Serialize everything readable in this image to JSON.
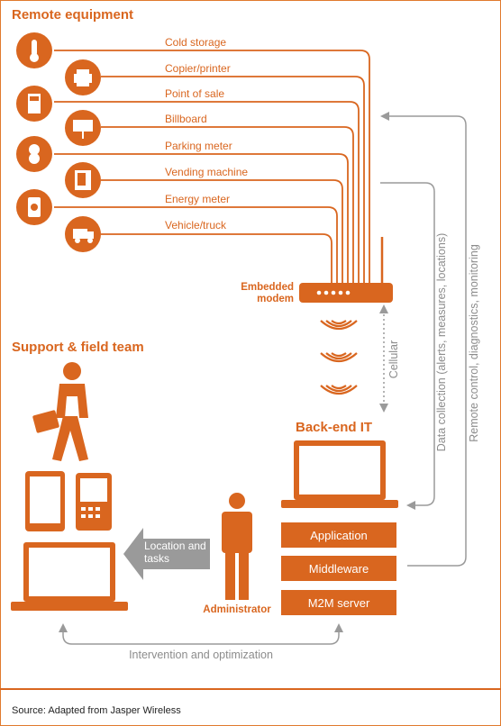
{
  "titles": {
    "remote_equipment": "Remote equipment",
    "support_team": "Support & field team",
    "backend": "Back-end IT"
  },
  "equipment": [
    {
      "label": "Cold storage",
      "icon": "thermometer-icon"
    },
    {
      "label": "Copier/printer",
      "icon": "printer-icon"
    },
    {
      "label": "Point of sale",
      "icon": "pos-terminal-icon"
    },
    {
      "label": "Billboard",
      "icon": "billboard-icon"
    },
    {
      "label": "Parking meter",
      "icon": "parking-meter-icon"
    },
    {
      "label": "Vending machine",
      "icon": "vending-machine-icon"
    },
    {
      "label": "Energy meter",
      "icon": "energy-meter-icon"
    },
    {
      "label": "Vehicle/truck",
      "icon": "truck-icon"
    }
  ],
  "modem_label": "Embedded modem",
  "cellular": "Cellular",
  "data_collection": "Data collection (alerts, measures, locations)",
  "remote_control": "Remote control, diagnostics, monitoring",
  "backend_layers": [
    "Application",
    "Middleware",
    "M2M server"
  ],
  "location_tasks": "Location and tasks",
  "administrator": "Administrator",
  "intervention": "Intervention and optimization",
  "source": "Source: Adapted from Jasper Wireless",
  "colors": {
    "accent": "#d9661f",
    "gray": "#8c8c8c"
  }
}
